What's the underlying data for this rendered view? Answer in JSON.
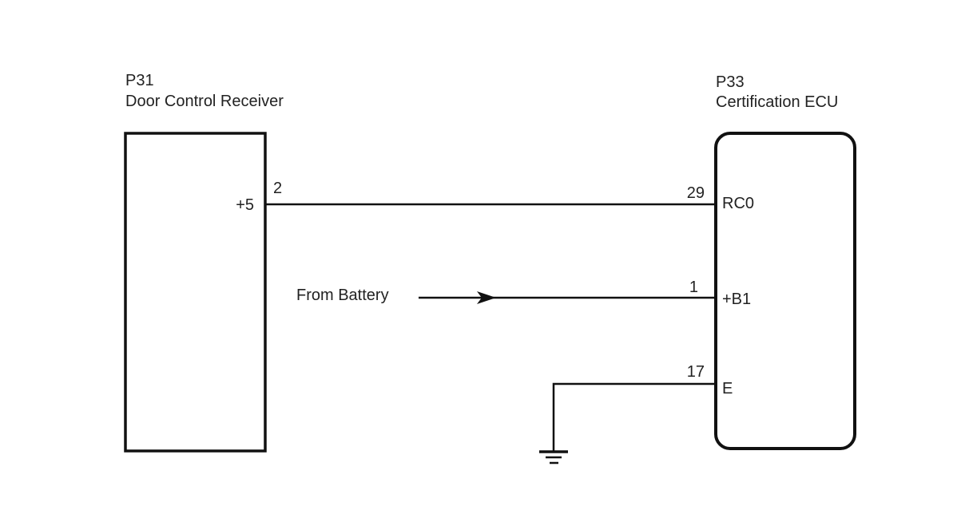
{
  "components": {
    "left": {
      "code": "P31",
      "name": "Door Control Receiver",
      "pins": [
        {
          "terminal": "+5",
          "pin_number": "2"
        }
      ]
    },
    "right": {
      "code": "P33",
      "name": "Certification ECU",
      "pins": [
        {
          "terminal": "RC0",
          "pin_number": "29"
        },
        {
          "terminal": "+B1",
          "pin_number": "1"
        },
        {
          "terminal": "E",
          "pin_number": "17"
        }
      ]
    }
  },
  "connections": [
    {
      "from": "P31 +5 (pin 2)",
      "to": "P33 RC0 (pin 29)"
    },
    {
      "from": "From Battery",
      "to": "P33 +B1 (pin 1)"
    },
    {
      "from": "P33 E (pin 17)",
      "to": "Ground"
    }
  ],
  "annotations": {
    "battery_source": "From Battery"
  },
  "colors": {
    "line": "#111111",
    "text": "#222222",
    "background": "#ffffff"
  }
}
